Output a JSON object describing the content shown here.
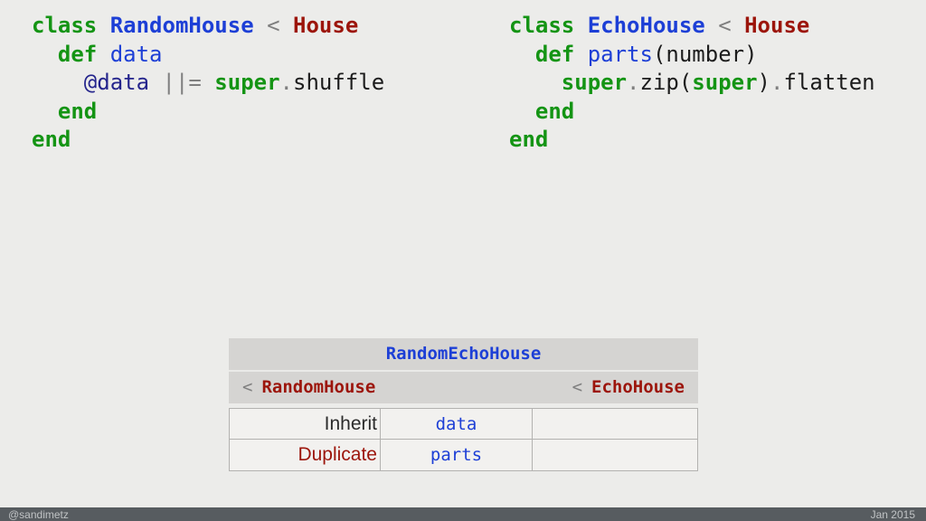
{
  "colors": {
    "page_bg": "#ececea",
    "keyword_green": "#149414",
    "constant_blue": "#1d3fd6",
    "superclass_red": "#9c150b",
    "ivar_navy": "#24248c",
    "operator_gray": "#7f7f7f",
    "plain_dark": "#1c1c1c",
    "table_header_bg": "#d5d4d2",
    "table_body_bg": "#f2f1ef",
    "footer_bg": "#575c60"
  },
  "code_blocks": [
    {
      "name": "randomhouse-class-definition",
      "lines": [
        [
          {
            "t": "class ",
            "c": "kw"
          },
          {
            "t": "RandomHouse",
            "c": "const"
          },
          {
            "t": " < ",
            "c": "op"
          },
          {
            "t": "House",
            "c": "sup"
          }
        ],
        [
          {
            "t": "  ",
            "c": "plain"
          },
          {
            "t": "def ",
            "c": "kw"
          },
          {
            "t": "data",
            "c": "meth"
          }
        ],
        [
          {
            "t": "    ",
            "c": "plain"
          },
          {
            "t": "@data",
            "c": "ivar"
          },
          {
            "t": " ||= ",
            "c": "op"
          },
          {
            "t": "super",
            "c": "kw"
          },
          {
            "t": ".",
            "c": "op"
          },
          {
            "t": "shuffle",
            "c": "plain"
          }
        ],
        [
          {
            "t": "  ",
            "c": "plain"
          },
          {
            "t": "end",
            "c": "kw"
          }
        ],
        [
          {
            "t": "end",
            "c": "kw"
          }
        ]
      ]
    },
    {
      "name": "echohouse-class-definition",
      "lines": [
        [
          {
            "t": "class ",
            "c": "kw"
          },
          {
            "t": "EchoHouse",
            "c": "const"
          },
          {
            "t": " < ",
            "c": "op"
          },
          {
            "t": "House",
            "c": "sup"
          }
        ],
        [
          {
            "t": "  ",
            "c": "plain"
          },
          {
            "t": "def ",
            "c": "kw"
          },
          {
            "t": "parts",
            "c": "meth"
          },
          {
            "t": "(number)",
            "c": "plain"
          }
        ],
        [
          {
            "t": "    ",
            "c": "plain"
          },
          {
            "t": "super",
            "c": "kw"
          },
          {
            "t": ".",
            "c": "op"
          },
          {
            "t": "zip(",
            "c": "plain"
          },
          {
            "t": "super",
            "c": "kw"
          },
          {
            "t": ")",
            "c": "plain"
          },
          {
            "t": ".",
            "c": "op"
          },
          {
            "t": "flatten",
            "c": "plain"
          }
        ],
        [
          {
            "t": "  ",
            "c": "plain"
          },
          {
            "t": "end",
            "c": "kw"
          }
        ],
        [
          {
            "t": "end",
            "c": "kw"
          }
        ]
      ]
    }
  ],
  "table": {
    "title": "RandomEchoHouse",
    "parents": [
      {
        "arrow": "<",
        "name": "RandomHouse"
      },
      {
        "arrow": "<",
        "name": "EchoHouse"
      }
    ],
    "rows": [
      {
        "label": "Inherit",
        "method": "data",
        "extra": ""
      },
      {
        "label": "Duplicate",
        "method": "parts",
        "extra": ""
      }
    ]
  },
  "footer": {
    "handle": "@sandimetz",
    "date": "Jan 2015"
  }
}
